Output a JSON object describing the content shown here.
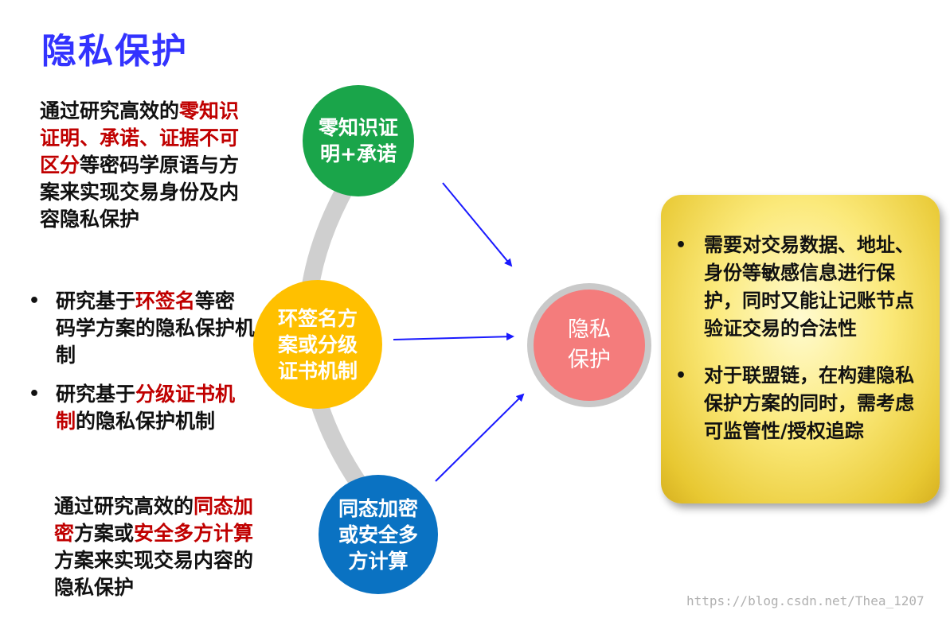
{
  "title": "隐私保护",
  "left": {
    "block1": {
      "pre": "通过研究高效的",
      "hl": "零知识证明、承诺、证据不可区分",
      "post": "等密码学原语与方案来实现交易身份及内容隐私保护"
    },
    "bullets": [
      {
        "pre": "研究基于",
        "hl": "环签名",
        "post": "等密码学方案的隐私保护机制"
      },
      {
        "pre": "研究基于",
        "hl": "分级证书机制",
        "post": "的隐私保护机制"
      }
    ],
    "block3": {
      "pre": "通过研究高效的",
      "hl": "同态加密",
      "mid": "方案或",
      "hl2": "安全多方计算",
      "post": "方案来实现交易内容的隐私保护"
    }
  },
  "circles": {
    "green": {
      "line1": "零知识证",
      "line2": "明+承诺"
    },
    "yellow": {
      "line1": "环签名方",
      "line2": "案或分级",
      "line3": "证书机制"
    },
    "blue": {
      "line1": "同态加密",
      "line2": "或安全多",
      "line3": "方计算"
    },
    "center": {
      "line1": "隐私",
      "line2": "保护"
    }
  },
  "panel": {
    "items": [
      "需要对交易数据、地址、身份等敏感信息进行保护，同时又能让记账节点验证交易的合法性",
      "对于联盟链，在构建隐私保护方案的同时，需考虑可监管性/授权追踪"
    ]
  },
  "watermark": "https://blog.csdn.net/Thea_1207",
  "colors": {
    "title": "#3333ff",
    "highlight": "#c00000",
    "green": "#1aa54a",
    "yellow": "#ffc000",
    "blue": "#0a72c2",
    "center": "#f47c7c",
    "arrow": "#1a1aff",
    "arc": "#cfcfcf"
  }
}
